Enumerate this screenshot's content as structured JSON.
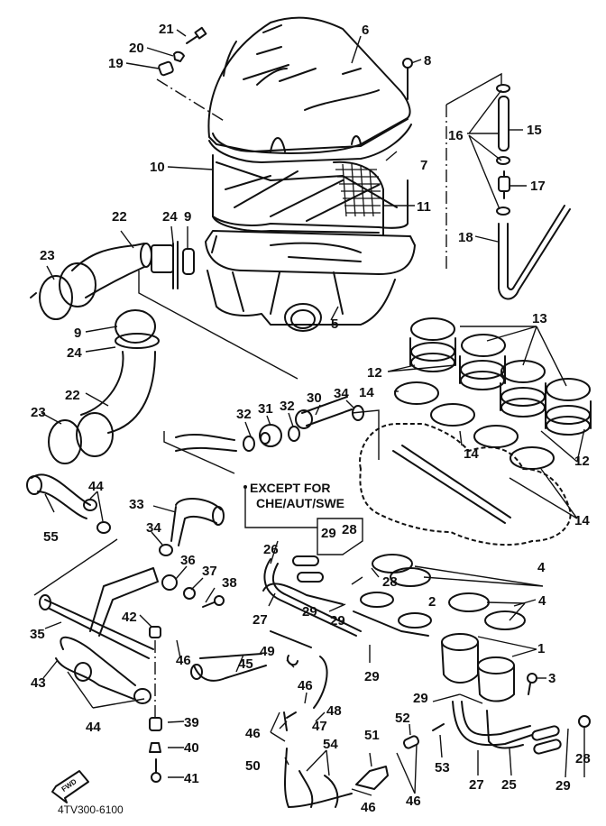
{
  "diagram": {
    "title": "Air cleaner exploded parts diagram",
    "drawing_code": "4TV300-6100",
    "forward_indicator": "FWD",
    "note": {
      "line1": "EXCEPT FOR",
      "line2": "CHE/AUT/SWE"
    },
    "callouts": [
      {
        "id": "c1",
        "label": "1"
      },
      {
        "id": "c2",
        "label": "2"
      },
      {
        "id": "c3",
        "label": "3"
      },
      {
        "id": "c4a",
        "label": "4"
      },
      {
        "id": "c4b",
        "label": "4"
      },
      {
        "id": "c5",
        "label": "5"
      },
      {
        "id": "c6",
        "label": "6"
      },
      {
        "id": "c7",
        "label": "7"
      },
      {
        "id": "c8",
        "label": "8"
      },
      {
        "id": "c9a",
        "label": "9"
      },
      {
        "id": "c9b",
        "label": "9"
      },
      {
        "id": "c10",
        "label": "10"
      },
      {
        "id": "c11",
        "label": "11"
      },
      {
        "id": "c12a",
        "label": "12"
      },
      {
        "id": "c12b",
        "label": "12"
      },
      {
        "id": "c13",
        "label": "13"
      },
      {
        "id": "c14a",
        "label": "14"
      },
      {
        "id": "c14b",
        "label": "14"
      },
      {
        "id": "c14c",
        "label": "14"
      },
      {
        "id": "c15",
        "label": "15"
      },
      {
        "id": "c16",
        "label": "16"
      },
      {
        "id": "c17",
        "label": "17"
      },
      {
        "id": "c18",
        "label": "18"
      },
      {
        "id": "c19",
        "label": "19"
      },
      {
        "id": "c20",
        "label": "20"
      },
      {
        "id": "c21",
        "label": "21"
      },
      {
        "id": "c22a",
        "label": "22"
      },
      {
        "id": "c22b",
        "label": "22"
      },
      {
        "id": "c23a",
        "label": "23"
      },
      {
        "id": "c23b",
        "label": "23"
      },
      {
        "id": "c24a",
        "label": "24"
      },
      {
        "id": "c24b",
        "label": "24"
      },
      {
        "id": "c25",
        "label": "25"
      },
      {
        "id": "c26",
        "label": "26"
      },
      {
        "id": "c27a",
        "label": "27"
      },
      {
        "id": "c27b",
        "label": "27"
      },
      {
        "id": "c28a",
        "label": "28"
      },
      {
        "id": "c28b",
        "label": "28"
      },
      {
        "id": "c28c",
        "label": "28"
      },
      {
        "id": "c29a",
        "label": "29"
      },
      {
        "id": "c29b",
        "label": "29"
      },
      {
        "id": "c29c",
        "label": "29"
      },
      {
        "id": "c29d",
        "label": "29"
      },
      {
        "id": "c29e",
        "label": "29"
      },
      {
        "id": "c29f",
        "label": "29"
      },
      {
        "id": "c30",
        "label": "30"
      },
      {
        "id": "c31",
        "label": "31"
      },
      {
        "id": "c32a",
        "label": "32"
      },
      {
        "id": "c32b",
        "label": "32"
      },
      {
        "id": "c33",
        "label": "33"
      },
      {
        "id": "c34a",
        "label": "34"
      },
      {
        "id": "c34b",
        "label": "34"
      },
      {
        "id": "c35",
        "label": "35"
      },
      {
        "id": "c36",
        "label": "36"
      },
      {
        "id": "c37",
        "label": "37"
      },
      {
        "id": "c38",
        "label": "38"
      },
      {
        "id": "c39",
        "label": "39"
      },
      {
        "id": "c40",
        "label": "40"
      },
      {
        "id": "c41",
        "label": "41"
      },
      {
        "id": "c42",
        "label": "42"
      },
      {
        "id": "c43",
        "label": "43"
      },
      {
        "id": "c44a",
        "label": "44"
      },
      {
        "id": "c44b",
        "label": "44"
      },
      {
        "id": "c45",
        "label": "45"
      },
      {
        "id": "c46a",
        "label": "46"
      },
      {
        "id": "c46b",
        "label": "46"
      },
      {
        "id": "c46c",
        "label": "46"
      },
      {
        "id": "c46d",
        "label": "46"
      },
      {
        "id": "c46e",
        "label": "46"
      },
      {
        "id": "c47",
        "label": "47"
      },
      {
        "id": "c48",
        "label": "48"
      },
      {
        "id": "c49",
        "label": "49"
      },
      {
        "id": "c50",
        "label": "50"
      },
      {
        "id": "c51",
        "label": "51"
      },
      {
        "id": "c52",
        "label": "52"
      },
      {
        "id": "c53",
        "label": "53"
      },
      {
        "id": "c54",
        "label": "54"
      },
      {
        "id": "c55",
        "label": "55"
      }
    ]
  }
}
